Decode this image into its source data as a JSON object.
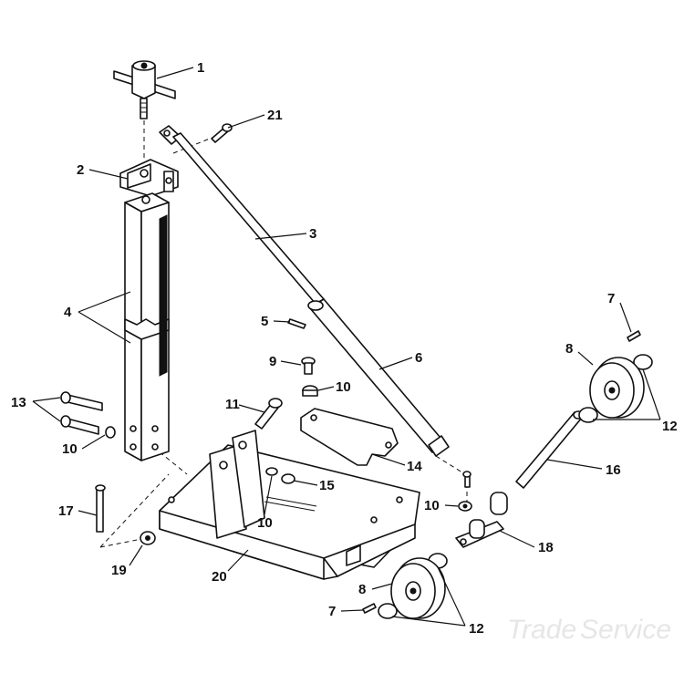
{
  "callouts": {
    "c1": "1",
    "c2": "2",
    "c3": "3",
    "c4": "4",
    "c5": "5",
    "c6": "6",
    "c7a": "7",
    "c7b": "7",
    "c8a": "8",
    "c8b": "8",
    "c9": "9",
    "c10a": "10",
    "c10b": "10",
    "c10c": "10",
    "c10d": "10",
    "c11": "11",
    "c12a": "12",
    "c12b": "12",
    "c13": "13",
    "c14": "14",
    "c15": "15",
    "c16": "16",
    "c17": "17",
    "c18": "18",
    "c19": "19",
    "c20": "20",
    "c21": "21"
  },
  "watermark": {
    "left": "Trade",
    "right": "Service"
  }
}
